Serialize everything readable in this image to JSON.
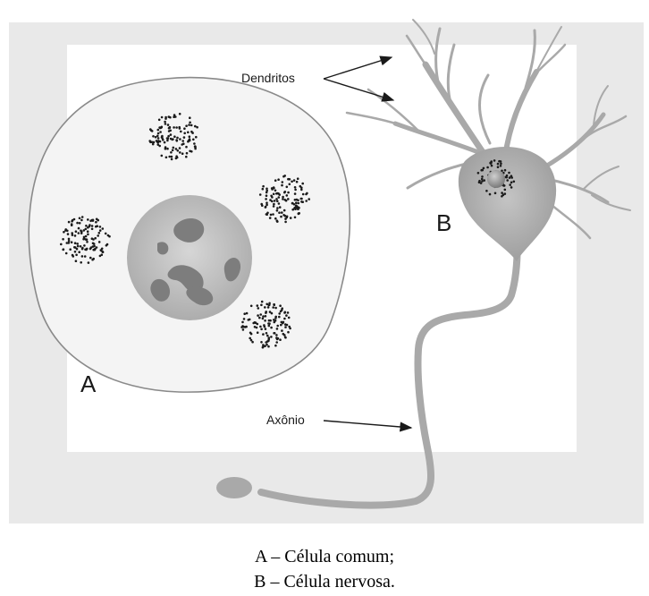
{
  "labels": {
    "dendrites": "Dendritos",
    "axon": "Axônio",
    "cell_a": "A",
    "cell_b": "B"
  },
  "caption": {
    "line_a": "A – Célula comum;",
    "line_b": "B – Célula nervosa."
  },
  "colors": {
    "background_panel": "#e9e9e9",
    "inner_panel": "#ffffff",
    "cell_fill": "#f4f4f4",
    "cell_outline": "#8a8a8a",
    "nucleus": "#bdbdbd",
    "chromatin": "#7d7d7d",
    "neuron": "#a9a9a9",
    "granules": "#1a1a1a"
  }
}
